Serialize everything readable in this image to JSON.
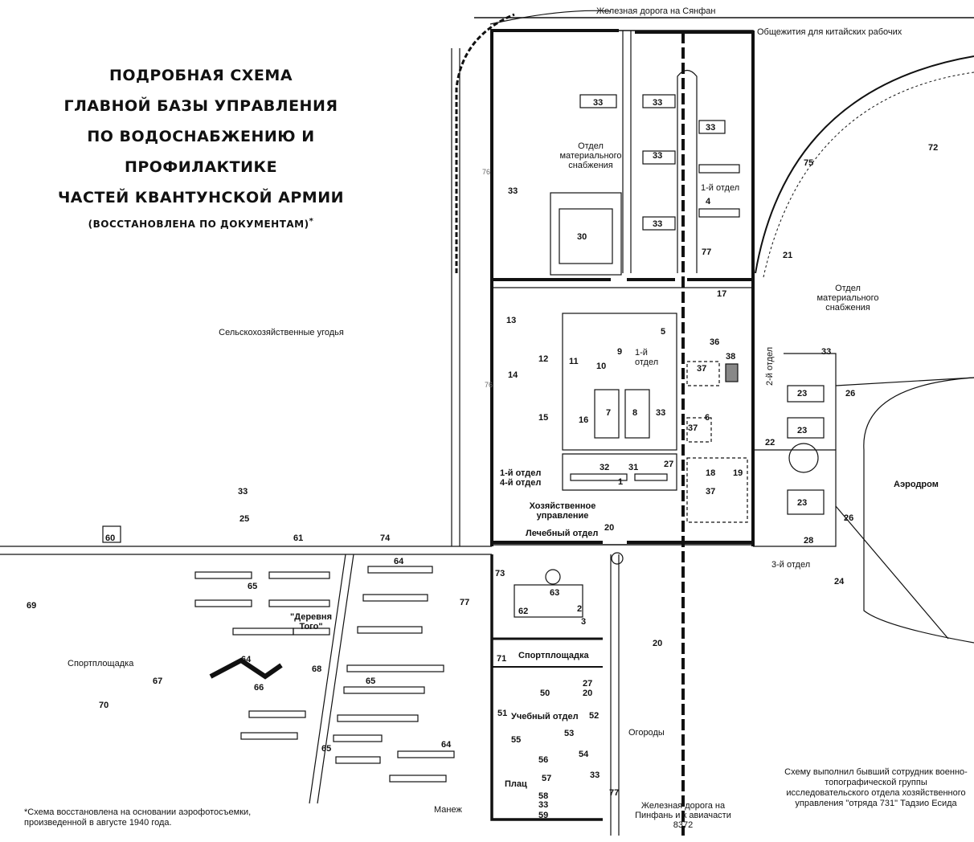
{
  "title": {
    "line1": "ПОДРОБНАЯ СХЕМА",
    "line2": "ГЛАВНОЙ БАЗЫ УПРАВЛЕНИЯ",
    "line3": "ПО ВОДОСНАБЖЕНИЮ И ПРОФИЛАКТИКЕ",
    "line4": "ЧАСТЕЙ КВАНТУНСКОЙ АРМИИ",
    "subtitle": "(ВОССТАНОВЛЕНА ПО ДОКУМЕНТАМ)",
    "asterisk": "*"
  },
  "labels": {
    "railway_north": "Железная дорога на Сянфан",
    "dorms": "Общежития для китайских рабочих",
    "supply_dept_nw": "Отдел материального снабжения",
    "supply_dept_e": "Отдел материального снабжения",
    "dept1_top": "1-й отдел",
    "dept1_mid": "1-й отдел",
    "dept1_4": "1-й отдел 4-й отдел",
    "dept2": "2-й отдел",
    "dept3": "3-й отдел",
    "farmland": "Сельскохозяйственные угодья",
    "economic": "Хозяйственное управление",
    "medical": "Лечебный отдел",
    "airfield": "Аэродром",
    "togo_village": "\"Деревня Того\"",
    "sports_left": "Спортплощадка",
    "sports_center": "Спортплощадка",
    "training": "Учебный отдел",
    "gardens": "Огороды",
    "parade": "Плац",
    "manege": "Манеж",
    "railway_south": "Железная дорога на Пинфань и к авиачасти 8372"
  },
  "footnote": "*Схема восстановлена на основании аэрофотосъемки, произведенной в августе 1940 года.",
  "credit": "Схему выполнил бывший сотрудник военно-топографической группы исследовательского отдела хозяйственного управления \"отряда 731\" Тадзио Есида",
  "numbers": {
    "n1": "1",
    "n2": "2",
    "n3": "3",
    "n4": "4",
    "n5": "5",
    "n6": "6",
    "n7": "7",
    "n8": "8",
    "n9": "9",
    "n10": "10",
    "n11": "11",
    "n12": "12",
    "n13": "13",
    "n14": "14",
    "n15": "15",
    "n16": "16",
    "n17": "17",
    "n18": "18",
    "n19": "19",
    "n20a": "20",
    "n20b": "20",
    "n20c": "20",
    "n21": "21",
    "n22": "22",
    "n23a": "23",
    "n23b": "23",
    "n23c": "23",
    "n24": "24",
    "n25": "25",
    "n26a": "26",
    "n26b": "26",
    "n27a": "27",
    "n27b": "27",
    "n28": "28",
    "n30": "30",
    "n31": "31",
    "n32": "32",
    "n33a": "33",
    "n33b": "33",
    "n33c": "33",
    "n33d": "33",
    "n33e": "33",
    "n33f": "33",
    "n33g": "33",
    "n33h": "33",
    "n33i": "33",
    "n33j": "33",
    "n33k": "33",
    "n36": "36",
    "n37a": "37",
    "n37b": "37",
    "n37c": "37",
    "n38": "38",
    "n50": "50",
    "n51": "51",
    "n52": "52",
    "n53": "53",
    "n54": "54",
    "n55": "55",
    "n56": "56",
    "n57": "57",
    "n58": "58",
    "n59": "59",
    "n60": "60",
    "n61": "61",
    "n62": "62",
    "n63": "63",
    "n64a": "64",
    "n64b": "64",
    "n64c": "64",
    "n65a": "65",
    "n65b": "65",
    "n65c": "65",
    "n66": "66",
    "n67": "67",
    "n68": "68",
    "n69": "69",
    "n70": "70",
    "n71": "71",
    "n72": "72",
    "n73": "73",
    "n74": "74",
    "n75": "75",
    "n76a": "76",
    "n76b": "76",
    "n77a": "77",
    "n77b": "77",
    "n77c": "77"
  }
}
